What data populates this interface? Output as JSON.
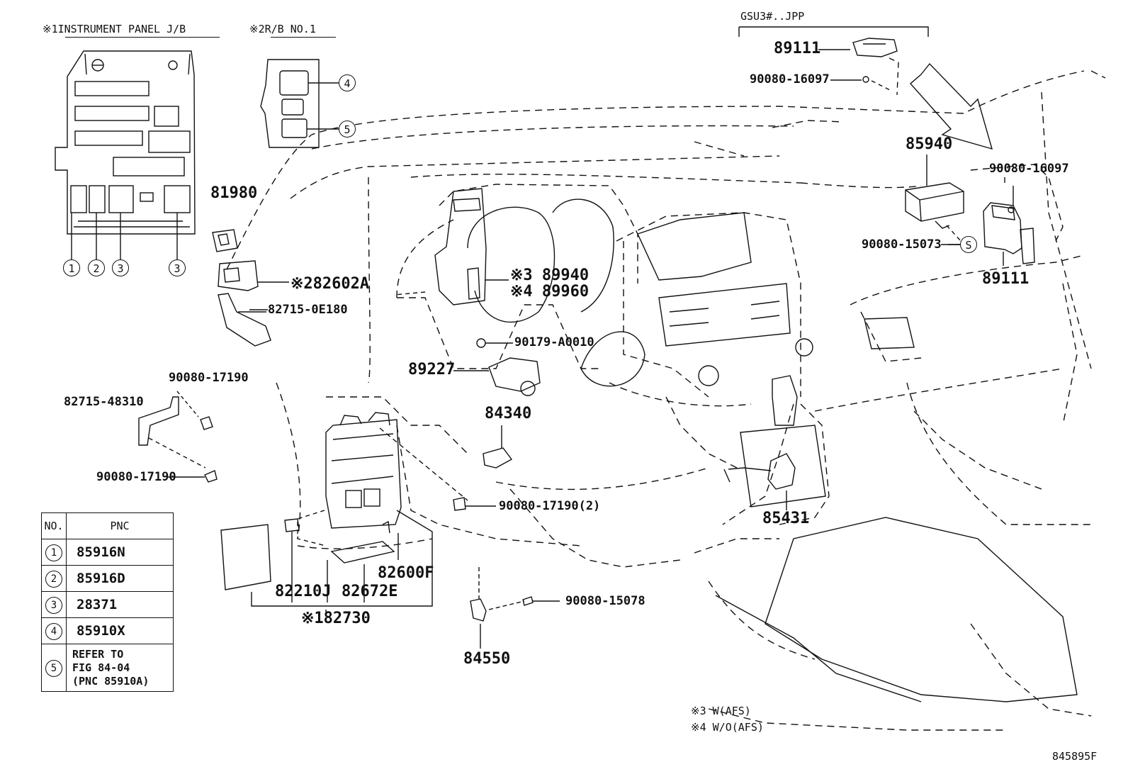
{
  "header": {
    "note1": "※1INSTRUMENT PANEL J/B",
    "note2": "※2R/B NO.1",
    "variant": "GSU3#..JPP"
  },
  "circled": {
    "n1": "1",
    "n2": "2",
    "n3": "3",
    "n4": "4",
    "n5": "5",
    "s": "S"
  },
  "parts": {
    "p89111_top": "89111",
    "p90080_16097_top": "90080-16097",
    "p85940": "85940",
    "p90080_16097_right": "90080-16097",
    "p90080_15073": "90080-15073",
    "p89111_right": "89111",
    "p81980": "81980",
    "p82602A": "※282602A",
    "p82715_0E180": "82715-0E180",
    "p89940": "※3 89940",
    "p89960": "※4 89960",
    "p90179": "90179-A0010",
    "p89227": "89227",
    "p84340": "84340",
    "p90080_17190_a": "90080-17190",
    "p82715_48310": "82715-48310",
    "p90080_17190_b": "90080-17190",
    "p90080_17190_2": "90080-17190(2)",
    "p85431": "85431",
    "p82600F": "82600F",
    "p82210J": "82210J",
    "p82672E": "82672E",
    "p82730": "※182730",
    "p90080_15078": "90080-15078",
    "p84550": "84550"
  },
  "legend_notes": {
    "n3": "※3 W(AFS)",
    "n4": "※4 W/O(AFS)"
  },
  "figure_id": "845895F",
  "pnc_table": {
    "headers": [
      "NO.",
      "PNC"
    ],
    "rows": [
      {
        "no": "1",
        "pnc": "85916N"
      },
      {
        "no": "2",
        "pnc": "85916D"
      },
      {
        "no": "3",
        "pnc": "28371"
      },
      {
        "no": "4",
        "pnc": "85910X"
      },
      {
        "no": "5",
        "pnc": "REFER TO\nFIG 84-04\n(PNC 85910A)"
      }
    ]
  }
}
